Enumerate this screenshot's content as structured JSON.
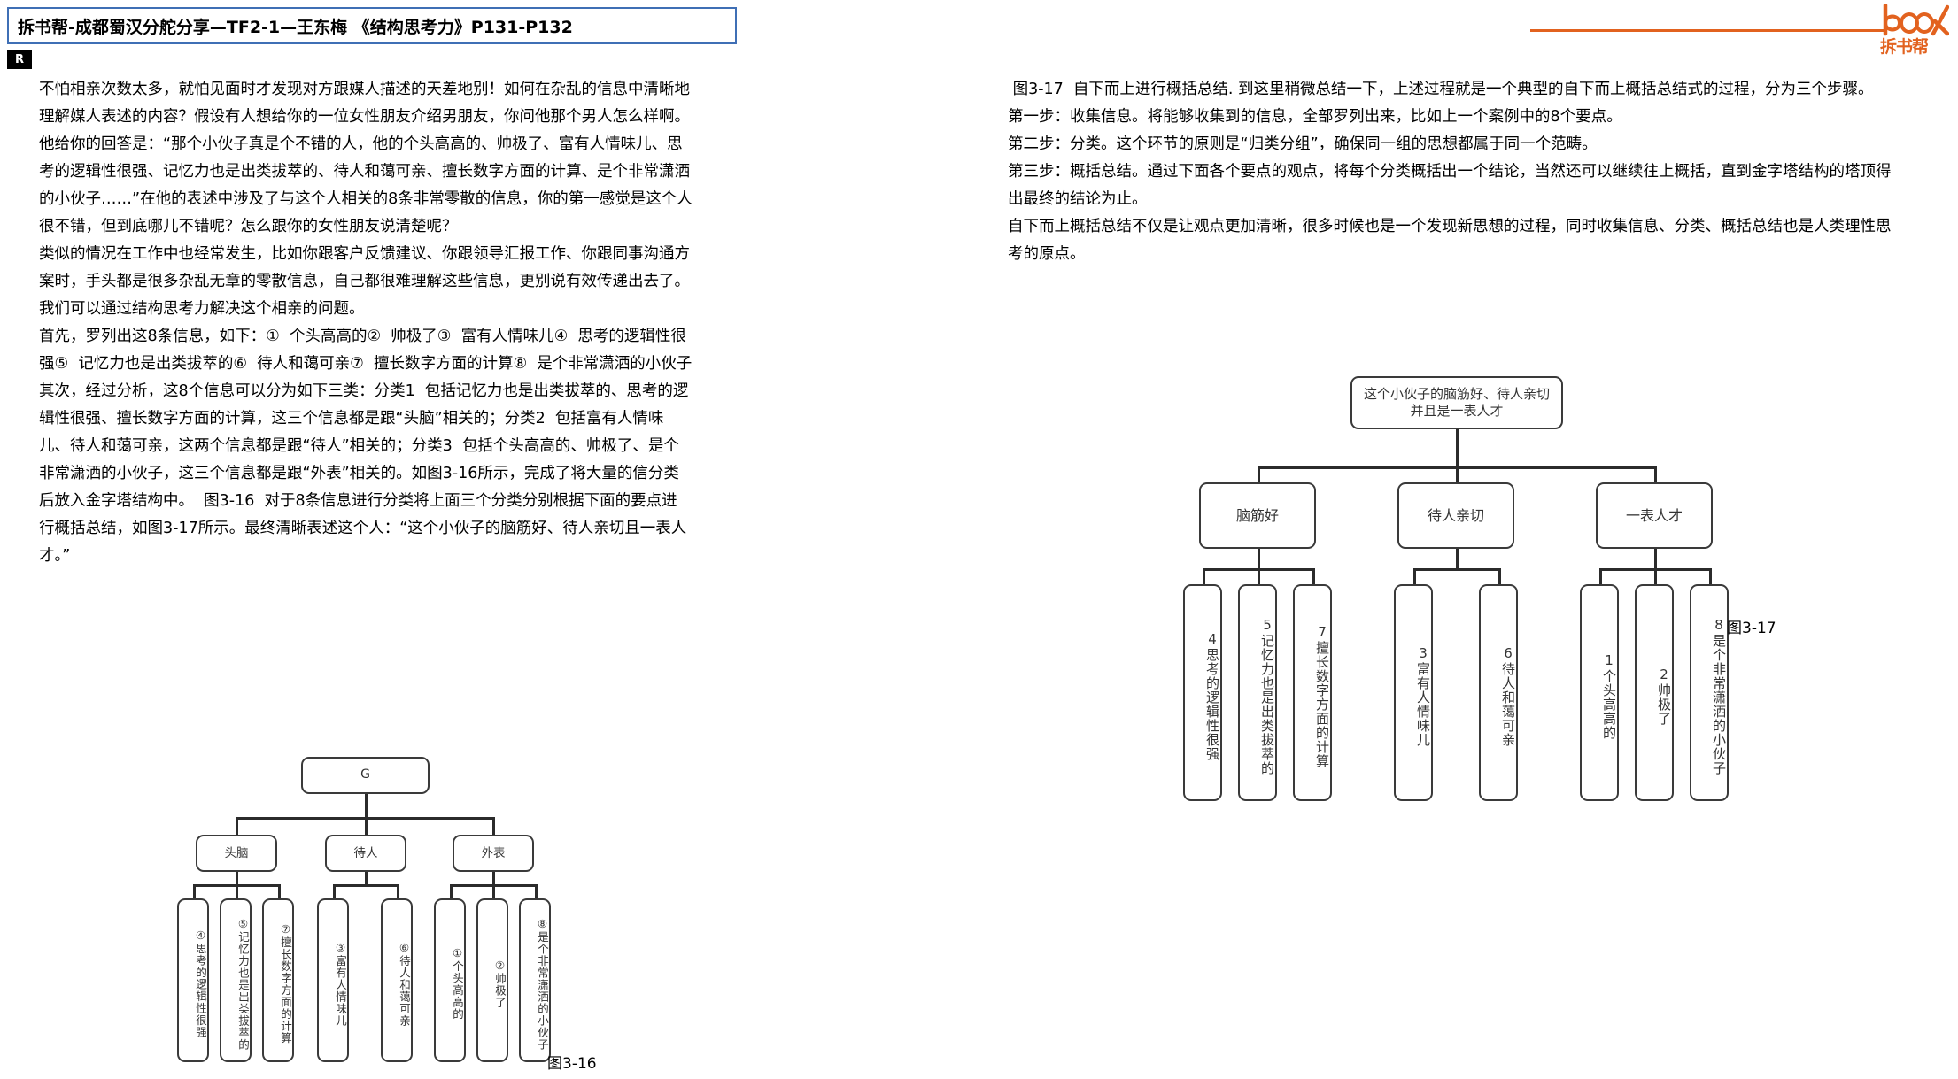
{
  "header": {
    "title": "拆书帮-成都蜀汉分舵分享—TF2-1—王东梅  《结构思考力》P131-P132",
    "badge": "R",
    "logo_word": "拆书帮",
    "logo_mark": "book-wordmark",
    "accent_color": "#e2621f",
    "title_border_color": "#3f6fb5"
  },
  "left_column": {
    "paragraphs": [
      "不怕相亲次数太多，就怕见面时才发现对方跟媒人描述的天差地别！如何在杂乱的信息中清晰地理解媒人表述的内容？假设有人想给你的一位女性朋友介绍男朋友，你问他那个男人怎么样啊。",
      "他给你的回答是：“那个小伙子真是个不错的人，他的个头高高的、帅极了、富有人情味儿、思考的逻辑性很强、记忆力也是出类拔萃的、待人和蔼可亲、擅长数字方面的计算、是个非常潇洒的小伙子……”在他的表述中涉及了与这个人相关的8条非常零散的信息，你的第一感觉是这个人很不错，但到底哪儿不错呢？怎么跟你的女性朋友说清楚呢？",
      "类似的情况在工作中也经常发生，比如你跟客户反馈建议、你跟领导汇报工作、你跟同事沟通方案时，手头都是很多杂乱无章的零散信息，自己都很难理解这些信息，更别说有效传递出去了。我们可以通过结构思考力解决这个相亲的问题。",
      "首先，罗列出这8条信息，如下：①  个头高高的②  帅极了③  富有人情味儿④  思考的逻辑性很强⑤  记忆力也是出类拔萃的⑥  待人和蔼可亲⑦  擅长数字方面的计算⑧  是个非常潇洒的小伙子",
      "其次，经过分析，这8个信息可以分为如下三类：分类1  包括记忆力也是出类拔萃的、思考的逻辑性很强、擅长数字方面的计算，这三个信息都是跟“头脑”相关的；分类2  包括富有人情味儿、待人和蔼可亲，这两个信息都是跟“待人”相关的；分类3  包括个头高高的、帅极了、是个非常潇洒的小伙子，这三个信息都是跟“外表”相关的。如图3-16所示，完成了将大量的信分类后放入金字塔结构中。  图3-16  对于8条信息进行分类将上面三个分类分别根据下面的要点进行概括总结，如图3-17所示。最终清晰表述这个人：“这个小伙子的脑筋好、待人亲切且一表人才。”"
    ]
  },
  "right_column": {
    "paragraphs": [
      " 图3-17  自下而上进行概括总结. 到这里稍微总结一下，上述过程就是一个典型的自下而上概括总结式的过程，分为三个步骤。",
      "第一步：收集信息。将能够收集到的信息，全部罗列出来，比如上一个案例中的8个要点。",
      "第二步：分类。这个环节的原则是“归类分组”，确保同一组的思想都属于同一个范畴。",
      "第三步：概括总结。通过下面各个要点的观点，将每个分类概括出一个结论，当然还可以继续往上概括，直到金字塔结构的塔顶得出最终的结论为止。",
      "自下而上概括总结不仅是让观点更加清晰，很多时候也是一个发现新思想的过程，同时收集信息、分类、概括总结也是人类理性思考的原点。"
    ]
  },
  "figure_316": {
    "caption": "图3-16",
    "root": "G",
    "groups": [
      {
        "label": "头脑",
        "leaves": [
          "④思考的逻辑性很强",
          "⑤记忆力也是出类拔萃的",
          "⑦擅长数字方面的计算"
        ]
      },
      {
        "label": "待人",
        "leaves": [
          "③富有人情味儿",
          "⑥待人和蔼可亲"
        ]
      },
      {
        "label": "外表",
        "leaves": [
          "①个头高高的",
          "②帅极了",
          "⑧是个非常潇洒的小伙子"
        ]
      }
    ]
  },
  "figure_317": {
    "caption": "图3-17",
    "root": "这个小伙子的脑筋好、待人亲切并且是一表人才",
    "groups": [
      {
        "label": "脑筋好",
        "leaves": [
          "4思考的逻辑性很强",
          "5记忆力也是出类拔萃的",
          "7擅长数字方面的计算"
        ]
      },
      {
        "label": "待人亲切",
        "leaves": [
          "3富有人情味儿",
          "6待人和蔼可亲"
        ]
      },
      {
        "label": "一表人才",
        "leaves": [
          "1个头高高的",
          "2帅极了",
          "8是个非常潇洒的小伙子"
        ]
      }
    ]
  }
}
